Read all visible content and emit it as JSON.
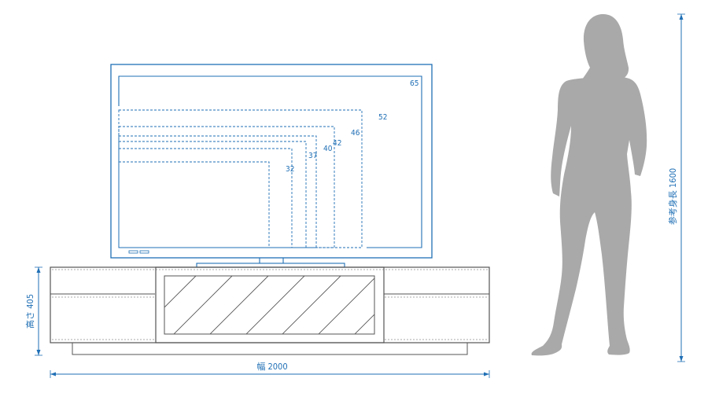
{
  "colors": {
    "blue": "#1f6fb5",
    "furniture_line": "#555555",
    "silhouette": "#a9a9a9"
  },
  "tv_sizes": [
    {
      "label": "65"
    },
    {
      "label": "52"
    },
    {
      "label": "46"
    },
    {
      "label": "42"
    },
    {
      "label": "40"
    },
    {
      "label": "37"
    },
    {
      "label": "32"
    }
  ],
  "dimensions": {
    "height_label": "高さ 405",
    "width_label": "幅 2000",
    "person_label": "参考身長 1600"
  },
  "icons": {
    "person": "standing-woman-silhouette",
    "tv": "flat-panel-tv-outline",
    "cabinet": "low-tv-board-outline"
  }
}
